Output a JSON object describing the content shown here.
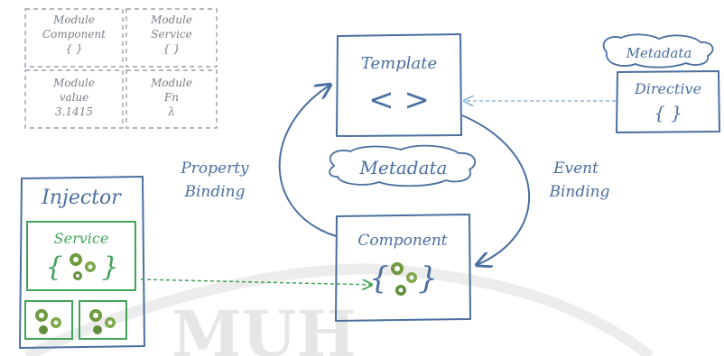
{
  "modules": {
    "component": {
      "line1": "Module",
      "line2": "Component",
      "symbol": "{ }"
    },
    "service": {
      "line1": "Module",
      "line2": "Service",
      "symbol": "{ }"
    },
    "value": {
      "line1": "Module",
      "line2": "value",
      "symbol": "3.1415"
    },
    "fn": {
      "line1": "Module",
      "line2": "Fn",
      "symbol": "λ"
    }
  },
  "template": {
    "label": "Template",
    "symbol": "< >"
  },
  "directive": {
    "metadata": "Metadata",
    "label": "Directive",
    "symbol": "{ }"
  },
  "center_metadata": "Metadata",
  "component": {
    "label": "Component",
    "symbol_left": "{",
    "symbol_right": "}"
  },
  "property_binding": {
    "line1": "Property",
    "line2": "Binding"
  },
  "event_binding": {
    "line1": "Event",
    "line2": "Binding"
  },
  "injector": {
    "label": "Injector",
    "service_label": "Service",
    "symbol_left": "{",
    "symbol_right": "}"
  },
  "watermark": "MUH",
  "colors": {
    "ink": "#4a6fa0",
    "green": "#44a35a",
    "gear": "#5f8f3a",
    "dash": "#9aa1a8"
  }
}
